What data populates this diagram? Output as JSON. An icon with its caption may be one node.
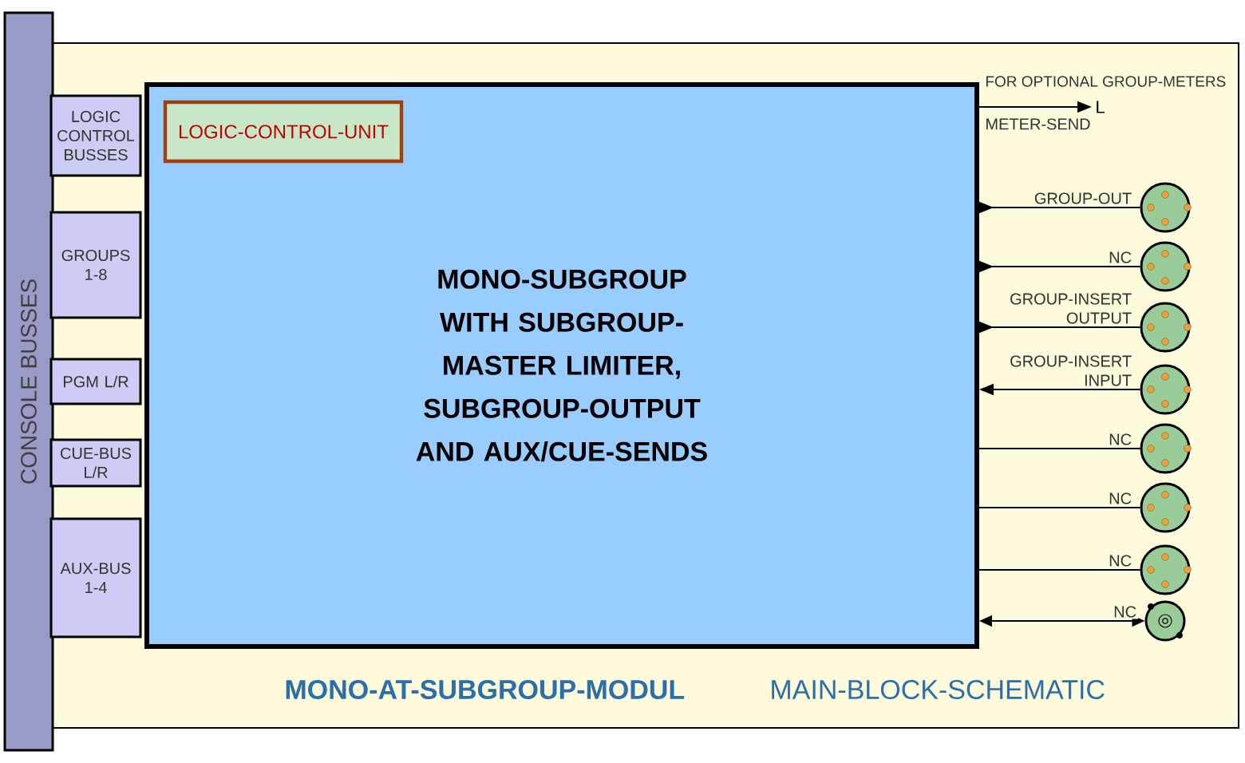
{
  "diagram": {
    "nodes": [
      {
        "text": [
          "CONSOLE BUSSES"
        ]
      },
      {
        "text": [
          "LOGIC CONTROL BUSSES"
        ]
      },
      {
        "text": [
          "GROUPS 1-8"
        ]
      },
      {
        "text": [
          "PGM L/R"
        ]
      },
      {
        "text": [
          "CUE-BUS L/R"
        ]
      },
      {
        "text": [
          "AUX-BUS 1-4"
        ]
      },
      {
        "text": [
          "MONO-SUBGROUP WITH SUBGROUP-MASTER LIMITER, SUBGROUP-OUTPUT AND AUX/CUE-SENDS"
        ]
      },
      {
        "text": [
          "LOGIC-CONTROL-UNIT"
        ],
        "in": 6
      },
      {
        "text": [
          "L"
        ]
      },
      {
        "text": [],
        "shape": "circle"
      },
      {
        "text": [],
        "shape": "circle"
      },
      {
        "text": [],
        "shape": "circle"
      },
      {
        "text": [],
        "shape": "circle"
      },
      {
        "text": [],
        "shape": "circle"
      },
      {
        "text": [],
        "shape": "circle"
      },
      {
        "text": [],
        "shape": "circle"
      },
      {
        "text": [],
        "shape": "circle"
      }
    ],
    "edges": [
      {
        "from": 6,
        "to": 8,
        "arrow": "to",
        "label": "METER-SEND"
      },
      {
        "from": 6,
        "to": 9,
        "arrow": "to",
        "label": "GROUP-OUT"
      },
      {
        "from": 6,
        "to": 10,
        "arrow": "to",
        "label": "NC"
      },
      {
        "from": 6,
        "to": 11,
        "arrow": "to",
        "label": "GROUP-INSERT OUTPUT"
      },
      {
        "from": 12,
        "to": 6,
        "arrow": "to",
        "label": "GROUP-INSERT INPUT"
      },
      {
        "from": 6,
        "to": 13,
        "arrow": "none",
        "label": "NC"
      },
      {
        "from": 6,
        "to": 14,
        "arrow": "none",
        "label": "NC"
      },
      {
        "from": 6,
        "to": 15,
        "arrow": "none",
        "label": "NC"
      },
      {
        "from": 6,
        "to": 16,
        "arrow": "both",
        "label": "NC"
      }
    ],
    "labels": [
      "FOR OPTIONAL GROUP-METERS",
      "MONO-AT-SUBGROUP-MODUL",
      "MAIN-BLOCK-SCHEMATIC"
    ]
  }
}
